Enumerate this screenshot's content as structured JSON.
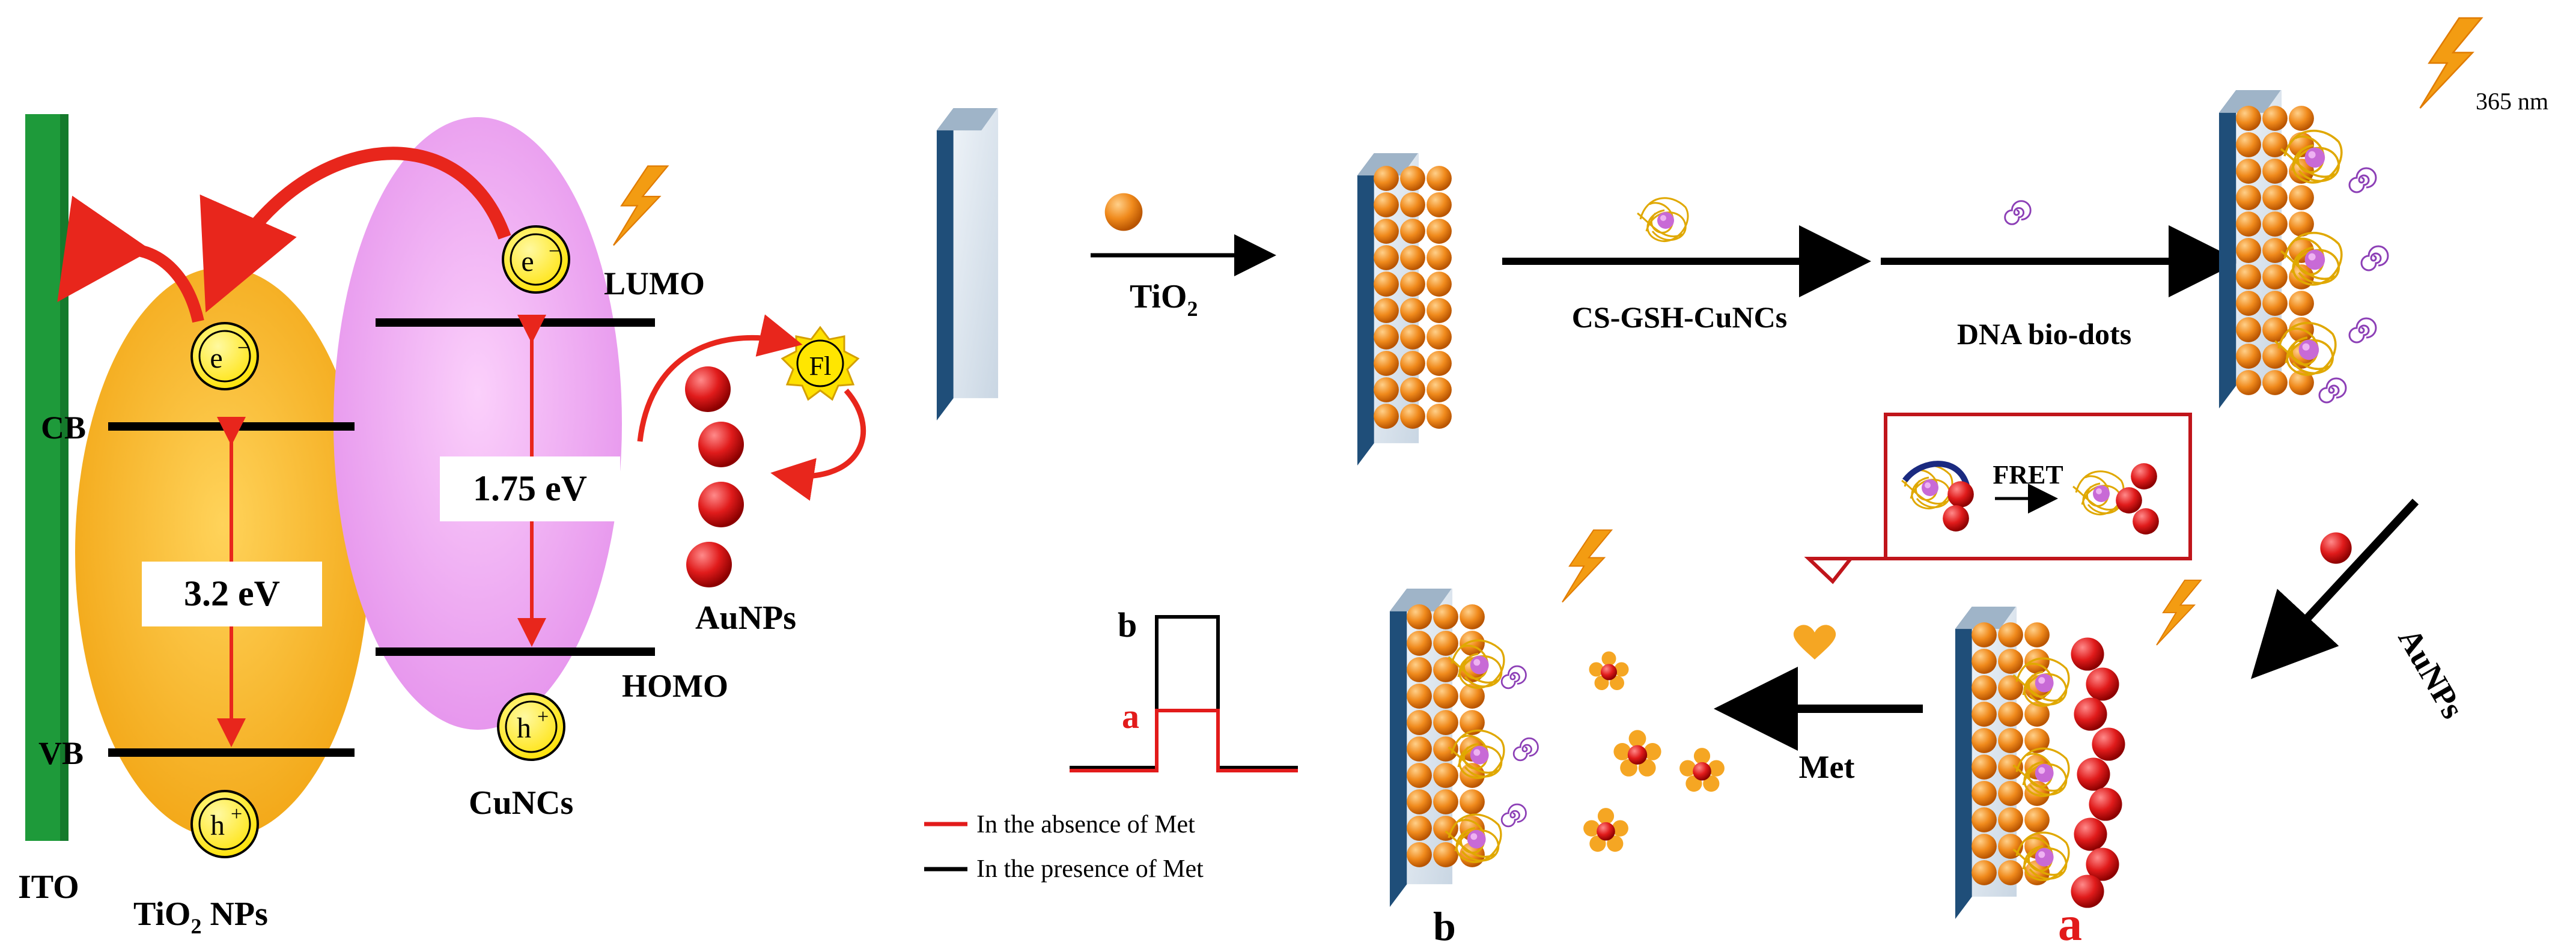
{
  "colors": {
    "ito": "#1e9a3a",
    "tio2_band": "#f7b21a",
    "cuncs_band": "#e99aee",
    "electron_circle": "#ffe600",
    "arrow_red": "#e8261c",
    "arrow_black": "#000000",
    "tio2_sphere": "#f08a1c",
    "aunp": "#d71920",
    "dna": "#8c3fb6",
    "electrode_face": "#dde6ef",
    "electrode_edge": "#1f4e79",
    "flash": "#f39c12",
    "signal_a": "#e21b1b",
    "signal_b": "#000000"
  },
  "energy_diagram": {
    "ito_label": "ITO",
    "tio2_label_main": "TiO",
    "tio2_label_sub": "2",
    "tio2_label_tail": " NPs",
    "cuncs_label": "CuNCs",
    "aunps_label": "AuNPs",
    "cb_label": "CB",
    "vb_label": "VB",
    "lumo_label": "LUMO",
    "homo_label": "HOMO",
    "tio2_gap": "3.2 eV",
    "cuncs_gap": "1.75 eV",
    "electron_symbol": "e",
    "electron_sup": "−",
    "hole_symbol": "h",
    "hole_sup": "+",
    "fl_label": "Fl"
  },
  "process": {
    "step1_label_main": "TiO",
    "step1_label_sub": "2",
    "step2_label": "CS-GSH-CuNCs",
    "step3_label": "DNA bio-dots",
    "light_label": "365 nm",
    "step4_label": "AuNPs",
    "fret_label": "FRET",
    "step5_label": "Met",
    "state_a": "a",
    "state_b": "b"
  },
  "signal": {
    "label_a": "a",
    "label_b": "b",
    "legend_absence": "In the absence of Met",
    "legend_presence": "In the presence of Met"
  }
}
